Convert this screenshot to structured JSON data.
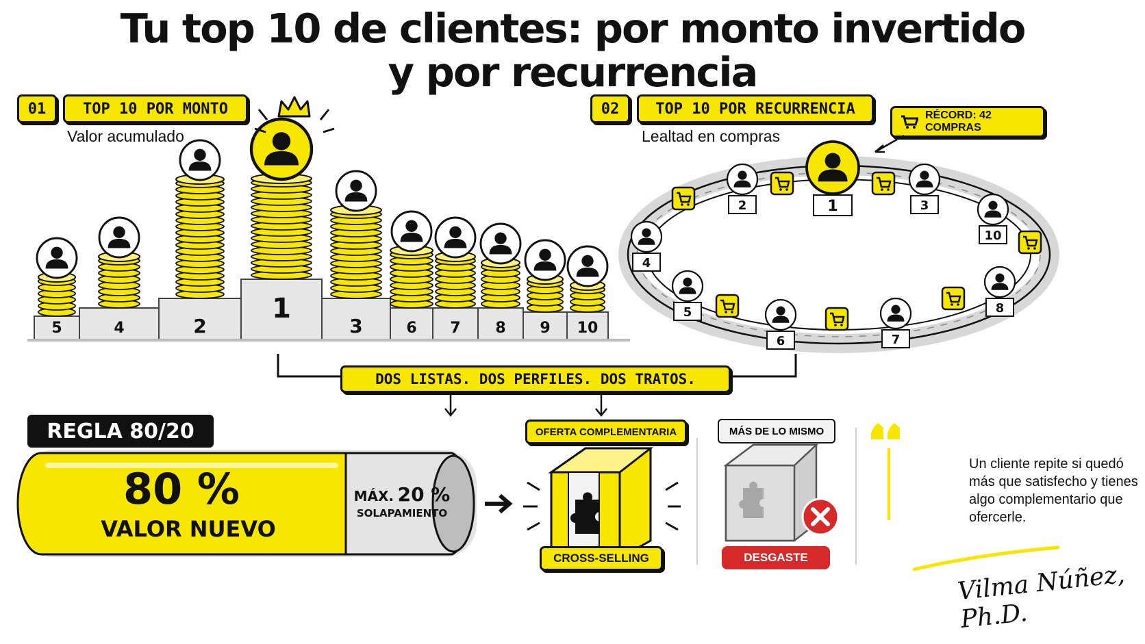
{
  "title": {
    "line1": "Tu top 10 de clientes: por monto invertido",
    "line2": "y por recurrencia"
  },
  "section1": {
    "number": "01",
    "heading": "TOP 10 POR MONTO",
    "subtitle": "Valor acumulado",
    "ranks": [
      {
        "label": "5",
        "coins": 6
      },
      {
        "label": "4",
        "coins": 8
      },
      {
        "label": "2",
        "coins": 19
      },
      {
        "label": "1",
        "coins": 16
      },
      {
        "label": "3",
        "coins": 14
      },
      {
        "label": "6",
        "coins": 9
      },
      {
        "label": "7",
        "coins": 8
      },
      {
        "label": "8",
        "coins": 7
      },
      {
        "label": "9",
        "coins": 5
      },
      {
        "label": "10",
        "coins": 4
      }
    ]
  },
  "section2": {
    "number": "02",
    "heading": "TOP 10 POR RECURRENCIA",
    "subtitle": "Lealtad en compras",
    "record": "RÉCORD: 42 COMPRAS",
    "nodes": [
      "1",
      "2",
      "3",
      "10",
      "4",
      "8",
      "5",
      "7",
      "6"
    ]
  },
  "banner": "DOS LISTAS. DOS PERFILES. DOS TRATOS.",
  "rule": {
    "tag": "REGLA 80/20",
    "big_value": "80 %",
    "big_label": "VALOR NUEVO",
    "small_prefix": "MÁX.",
    "small_value": "20 %",
    "small_label": "SOLAPAMIENTO"
  },
  "offer": {
    "heading": "OFERTA COMPLEMENTARIA",
    "footer": "CROSS-SELLING"
  },
  "same": {
    "heading": "MÁS DE LO MISMO",
    "footer": "DESGASTE"
  },
  "quote": {
    "text": "Un cliente repite si quedó más que satisfecho y tienes algo complementario que ofercerle.",
    "signature": "Vilma Núñez, Ph.D."
  },
  "colors": {
    "accent": "#f6e600",
    "ink": "#111111",
    "danger": "#d62a2a",
    "podium": "#e6e6e6"
  },
  "icons": [
    "crown-icon",
    "user-icon",
    "cart-icon",
    "puzzle-icon",
    "close-icon",
    "quote-icon",
    "arrow-right-icon"
  ]
}
